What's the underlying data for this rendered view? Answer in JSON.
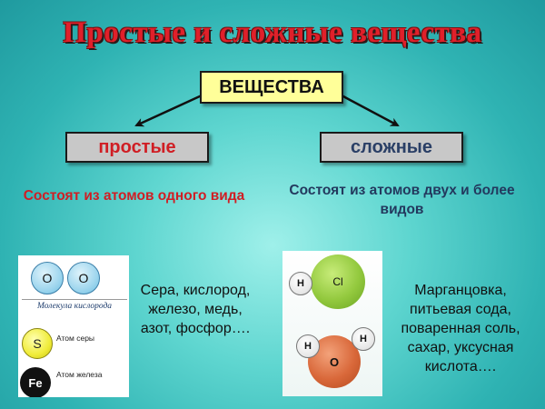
{
  "title": "Простые и сложные вещества",
  "root": "ВЕЩЕСТВА",
  "branches": {
    "simple": {
      "label": "простые",
      "description": "Состоят из атомов одного вида",
      "examples": "Сера, кислород, железо, медь, азот, фосфор…."
    },
    "complex": {
      "label": "сложные",
      "description": "Состоят из атомов двух и более видов",
      "examples": "Марганцовка, питьевая сода, поваренная соль, сахар, уксусная кислота…."
    }
  },
  "simple_figure": {
    "oxygen_symbol": "O",
    "molecule_caption": "Молекула кислорода",
    "sulfur_symbol": "S",
    "sulfur_caption": "Атом серы",
    "iron_symbol": "Fe",
    "iron_caption": "Атом железа"
  },
  "complex_figure": {
    "hcl_h": "H",
    "hcl_cl": "Cl",
    "water_h1": "H",
    "water_h2": "H",
    "water_o": "O"
  },
  "colors": {
    "title": "#e0202a",
    "simple_text": "#d01e24",
    "complex_text": "#23395e",
    "root_box": "#ffff99",
    "branch_box": "#c8c8c8"
  }
}
